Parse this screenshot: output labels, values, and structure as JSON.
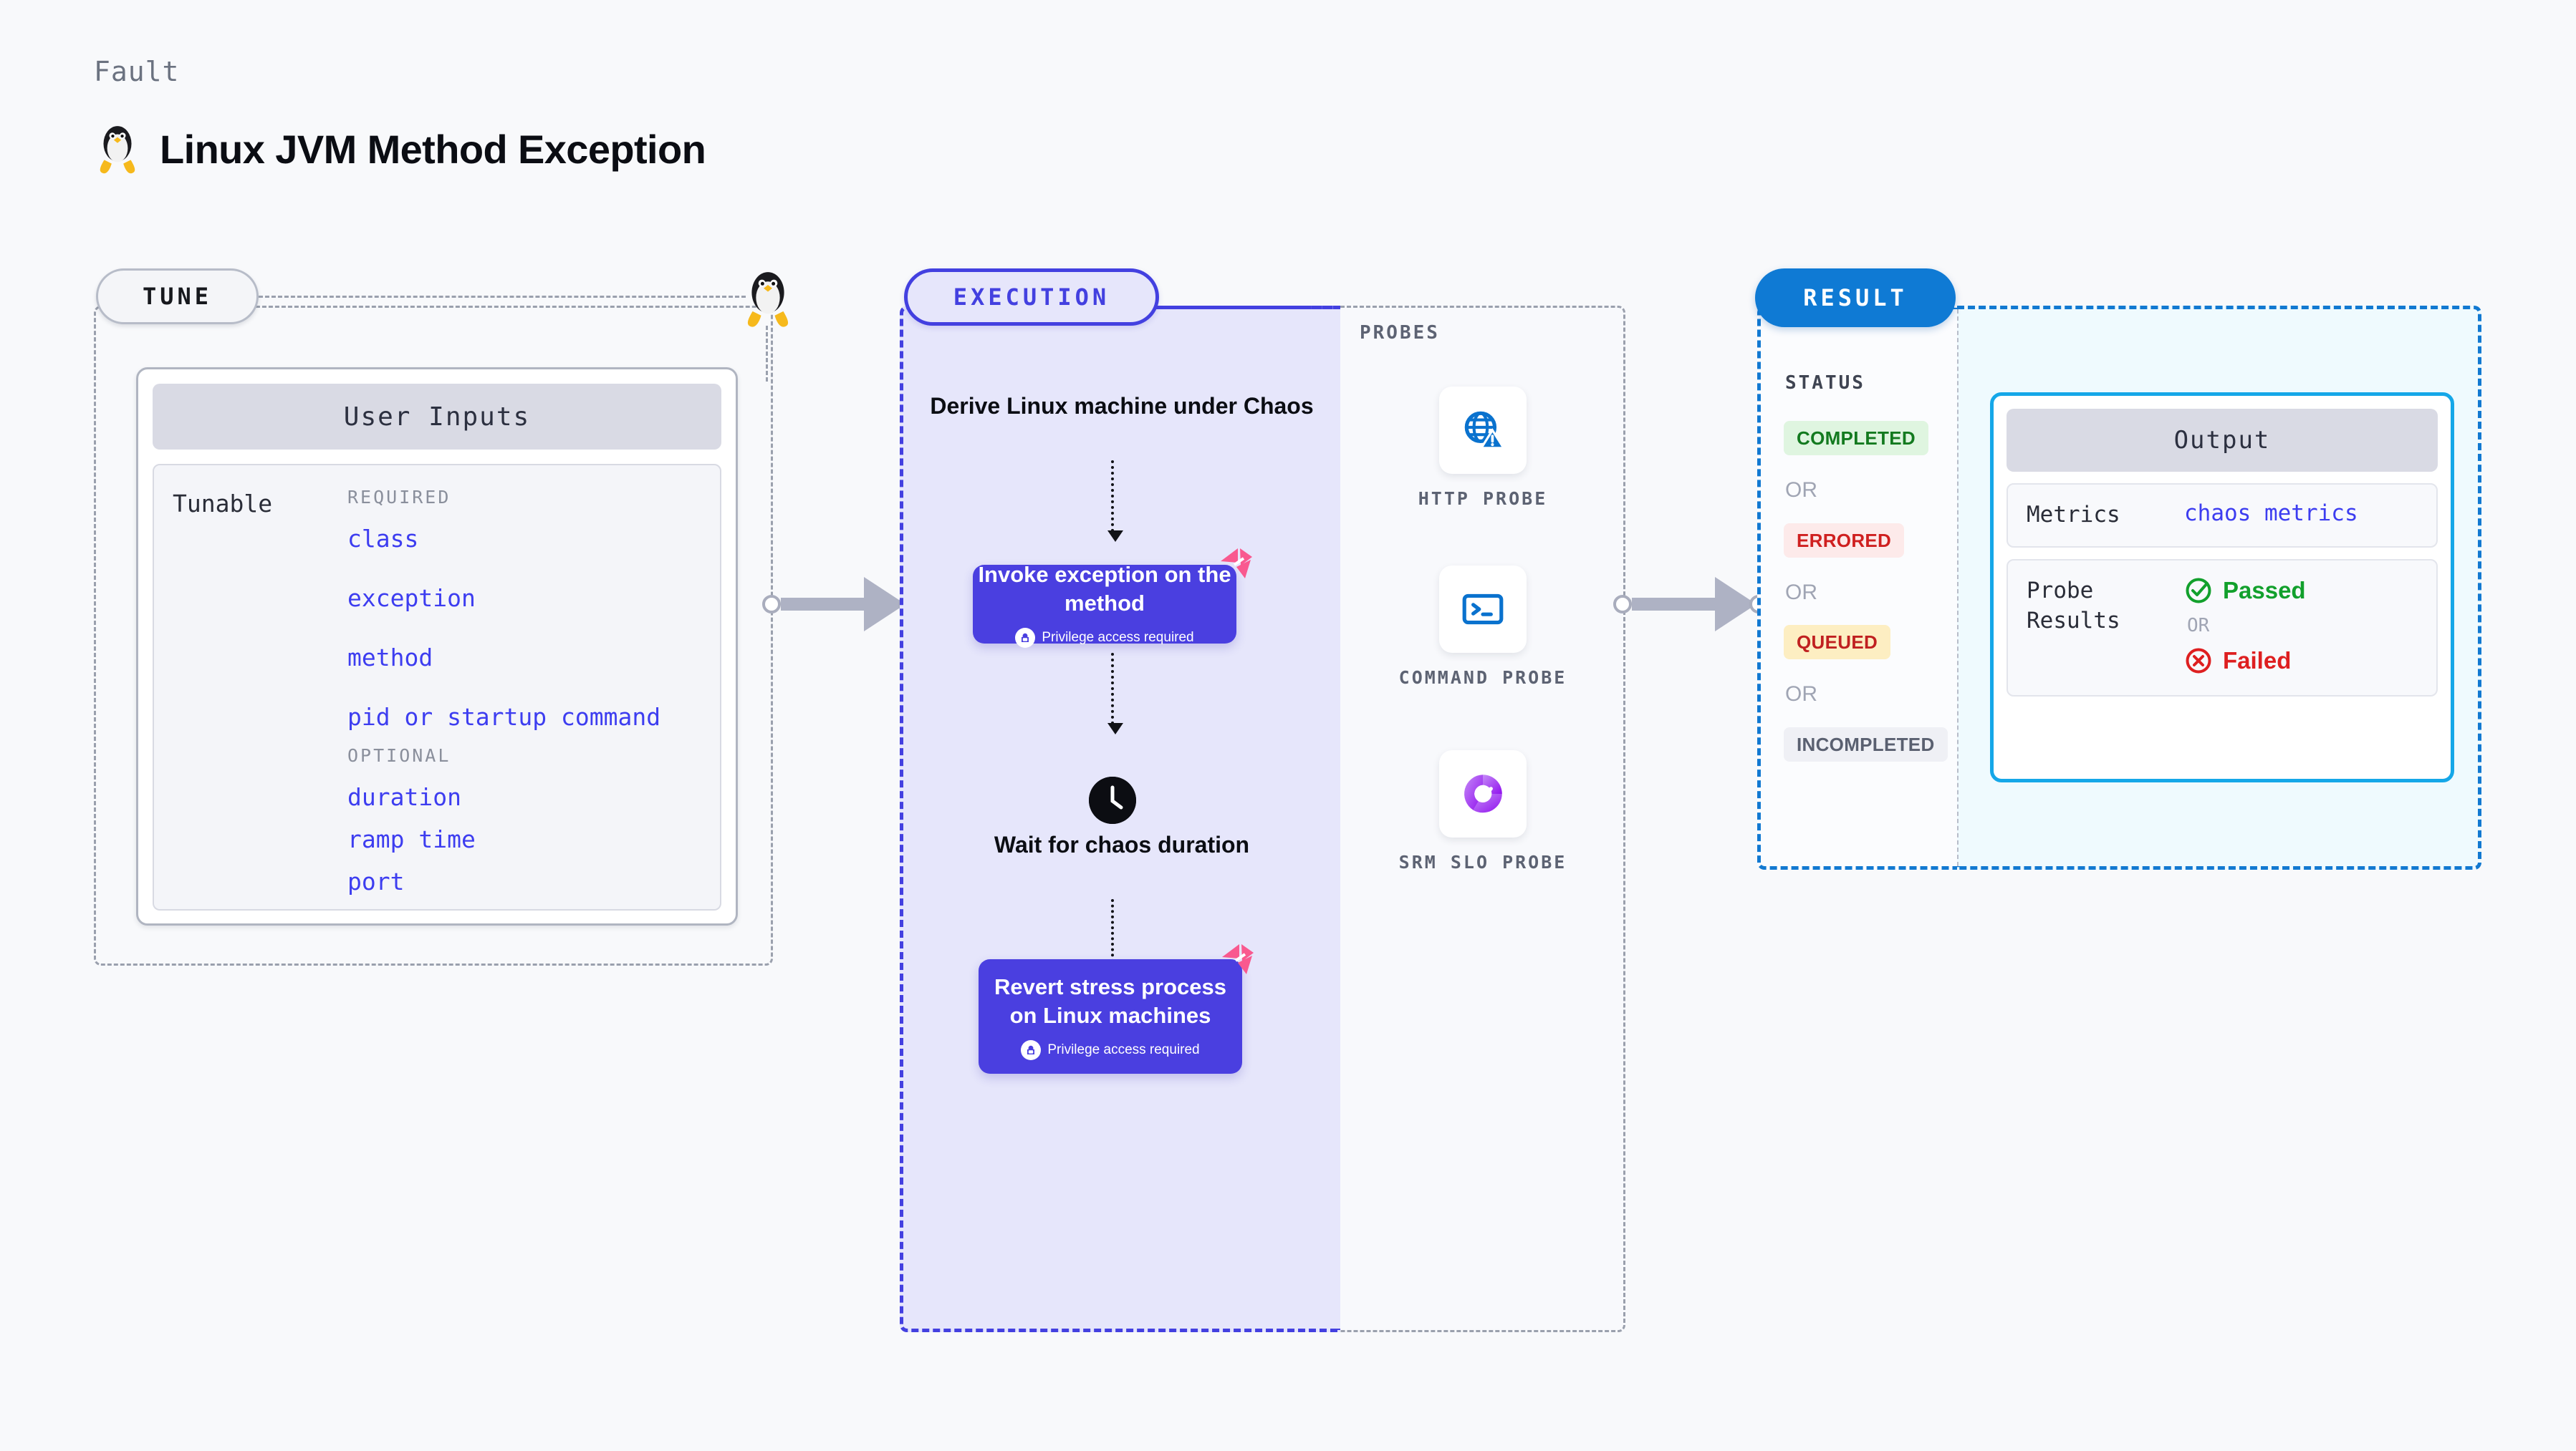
{
  "header": {
    "eyebrow": "Fault",
    "title": "Linux JVM Method Exception",
    "icon": "linux-penguin-icon"
  },
  "tune": {
    "pill_label": "TUNE",
    "card_title": "User Inputs",
    "tunable_label": "Tunable",
    "required_label": "REQUIRED",
    "optional_label": "OPTIONAL",
    "required_items": [
      {
        "label": "class"
      },
      {
        "label": "exception"
      },
      {
        "label": "method"
      },
      {
        "label": "pid or startup command"
      }
    ],
    "optional_items": [
      {
        "label": "duration"
      },
      {
        "label": "ramp time"
      },
      {
        "label": "port"
      }
    ]
  },
  "execution": {
    "pill_label": "EXECUTION",
    "steps": [
      {
        "type": "caption",
        "text": "Derive Linux machine under Chaos"
      },
      {
        "type": "action",
        "title": "Invoke exception on the method",
        "privilege_note": "Privilege access required",
        "badge": "litmus-logo-icon"
      },
      {
        "type": "caption",
        "text": "Wait for chaos duration",
        "icon": "clock-icon"
      },
      {
        "type": "action",
        "title": "Revert stress process on Linux machines",
        "privilege_note": "Privilege access required",
        "badge": "litmus-logo-icon"
      }
    ]
  },
  "probes": {
    "title": "PROBES",
    "items": [
      {
        "label": "HTTP PROBE",
        "icon": "globe-warning-icon"
      },
      {
        "label": "COMMAND PROBE",
        "icon": "terminal-icon"
      },
      {
        "label": "SRM SLO PROBE",
        "icon": "srm-slo-icon"
      }
    ]
  },
  "result": {
    "pill_label": "RESULT",
    "status_title": "STATUS",
    "or_label": "OR",
    "statuses": [
      {
        "label": "COMPLETED",
        "color": "#137a1f",
        "bg": "#dff5e0"
      },
      {
        "label": "ERRORED",
        "color": "#cf2020",
        "bg": "#fdeaea"
      },
      {
        "label": "QUEUED",
        "color": "#c02020",
        "bg": "#fdeec2"
      },
      {
        "label": "INCOMPLETED",
        "color": "#5a6070",
        "bg": "#eff0f5"
      }
    ],
    "output": {
      "title": "Output",
      "metrics_key": "Metrics",
      "metrics_value": "chaos metrics",
      "probe_results_key": "Probe Results",
      "passed_label": "Passed",
      "or_label": "OR",
      "failed_label": "Failed"
    }
  },
  "colors": {
    "accent_purple": "#4340e0",
    "accent_blue": "#0f7ad4",
    "accent_cyan": "#15a7e8",
    "link_blue": "#3d3df0",
    "pink_badge": "#f9598f"
  }
}
